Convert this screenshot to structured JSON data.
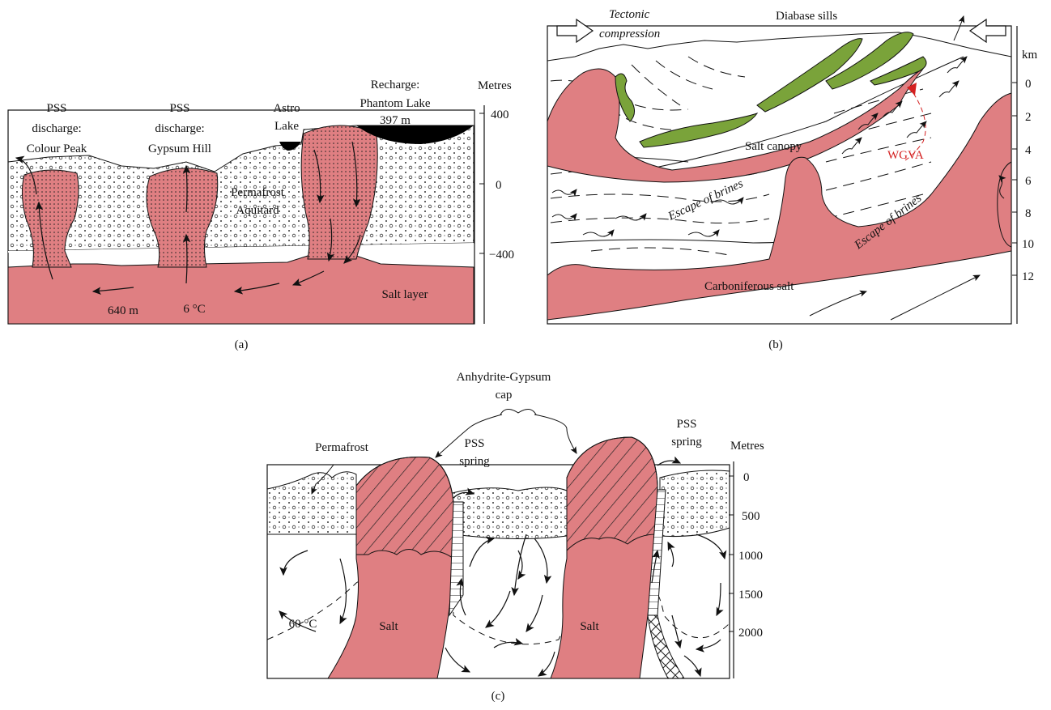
{
  "colors": {
    "salt": "#df7f82",
    "sill": "#7aa33a",
    "lake": "#000000",
    "wgva": "#d42020",
    "line": "#111111"
  },
  "panel_a": {
    "caption": "(a)",
    "axis_title": "Metres",
    "ticks": [
      "400",
      "0",
      "−400"
    ],
    "labels": {
      "pss_left_1": "PSS",
      "pss_left_2": "discharge:",
      "pss_left_3": "Colour Peak",
      "pss_mid_1": "PSS",
      "pss_mid_2": "discharge:",
      "pss_mid_3": "Gypsum Hill",
      "astro_1": "Astro",
      "astro_2": "Lake",
      "recharge_1": "Recharge:",
      "recharge_2": "Phantom Lake",
      "recharge_3": "397 m",
      "permafrost_1": "Permafrost",
      "permafrost_2": "Aquitard",
      "salt_layer": "Salt layer",
      "depth": "640 m",
      "temp": "6 °C"
    }
  },
  "panel_b": {
    "caption": "(b)",
    "axis_title": "km",
    "ticks": [
      "0",
      "2",
      "4",
      "6",
      "8",
      "10",
      "12"
    ],
    "labels": {
      "tectonic_1": "Tectonic",
      "tectonic_2": "compression",
      "diabase": "Diabase sills",
      "salt_canopy": "Salt canopy",
      "wgva": "WGVA",
      "escape_1": "Escape of brines",
      "escape_2": "Escape of brines",
      "carb_salt": "Carboniferous salt"
    }
  },
  "panel_c": {
    "caption": "(c)",
    "axis_title": "Metres",
    "ticks": [
      "0",
      "500",
      "1000",
      "1500",
      "2000"
    ],
    "labels": {
      "anhydrite_1": "Anhydrite-Gypsum",
      "anhydrite_2": "cap",
      "permafrost": "Permafrost",
      "pss_spring_1a": "PSS",
      "pss_spring_1b": "spring",
      "pss_spring_2a": "PSS",
      "pss_spring_2b": "spring",
      "temp": "60 °C",
      "salt_1": "Salt",
      "salt_2": "Salt"
    }
  }
}
